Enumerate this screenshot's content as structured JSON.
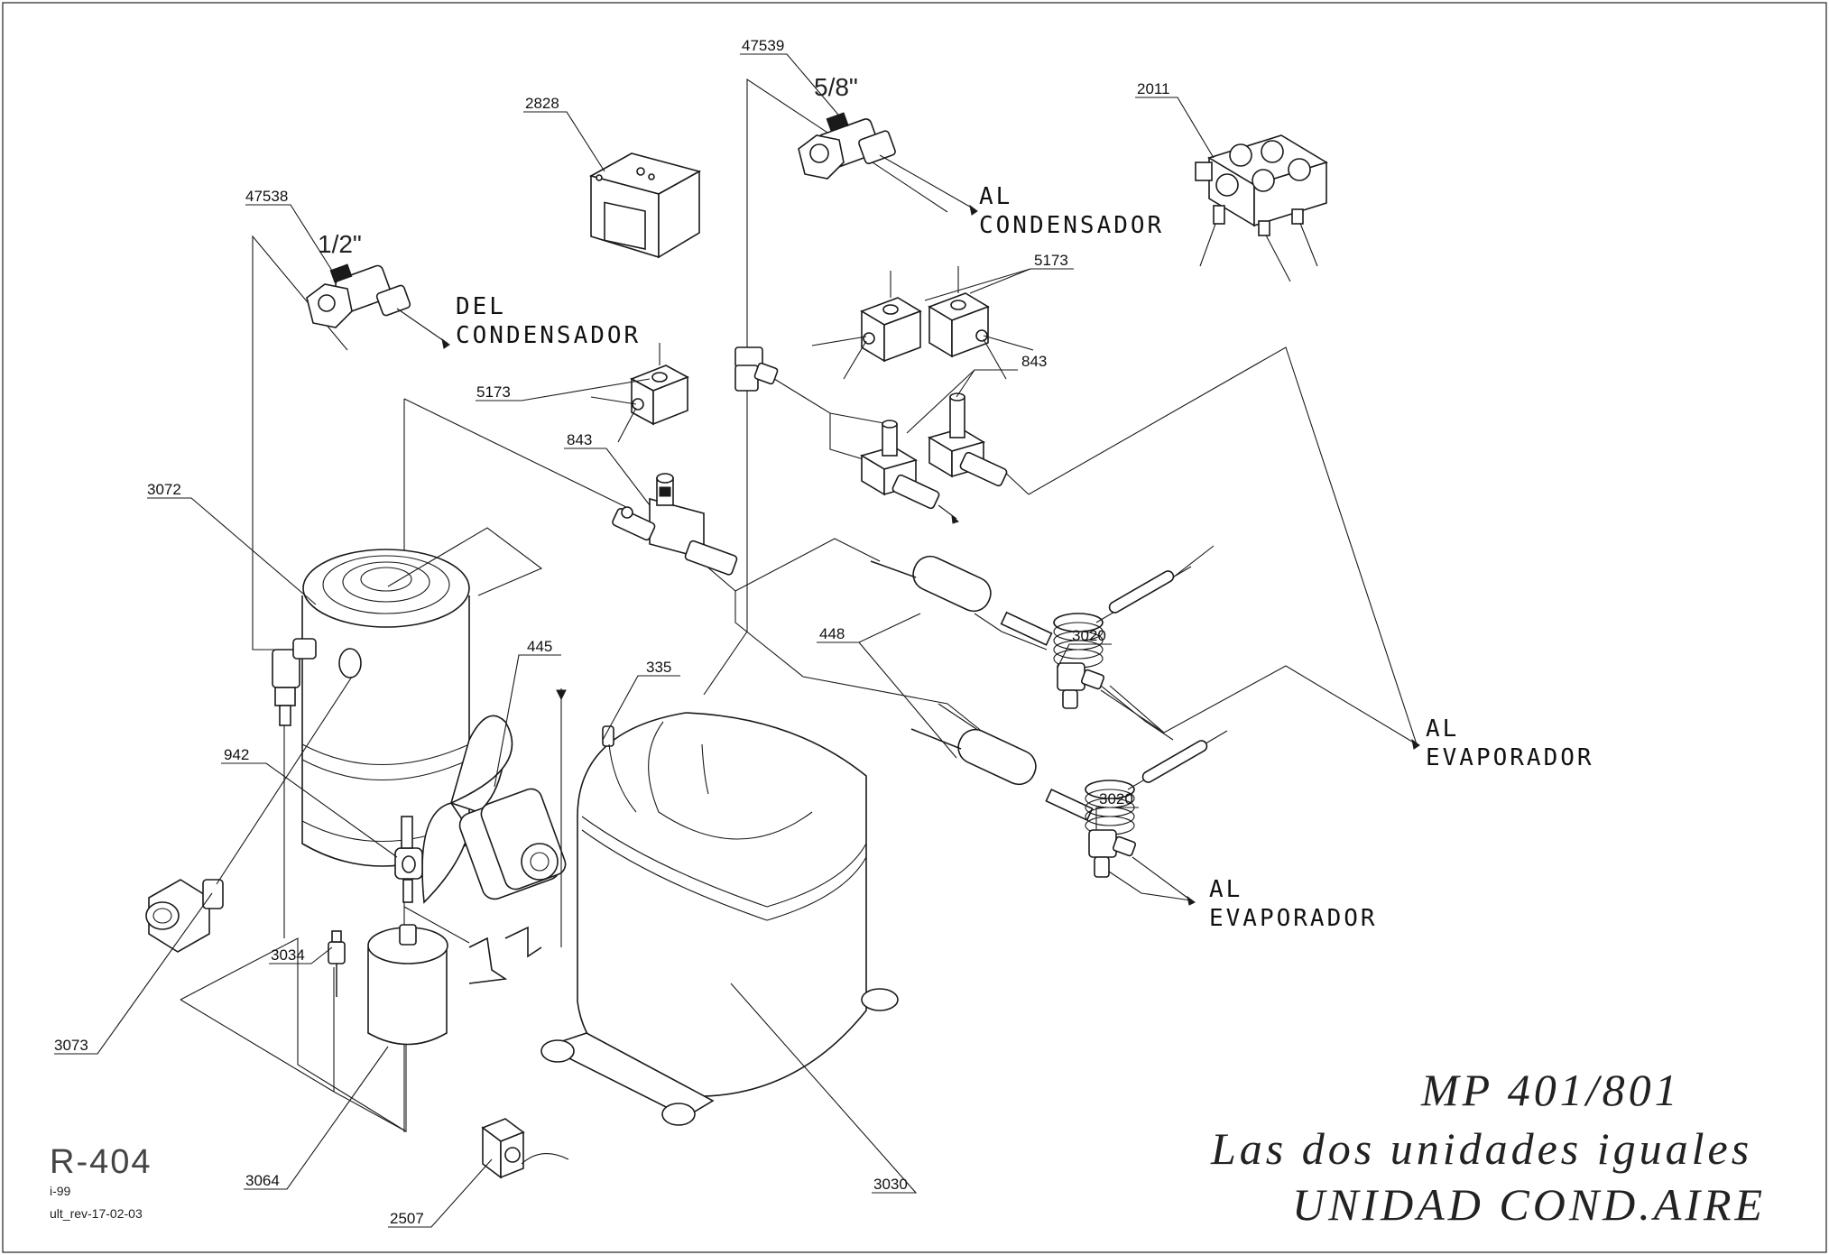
{
  "callouts": {
    "c47539": "47539",
    "c2828": "2828",
    "c2011": "2011",
    "c47538": "47538",
    "c5173a": "5173",
    "c5173b": "5173",
    "c843a": "843",
    "c843b": "843",
    "c3072": "3072",
    "c445": "445",
    "c335": "335",
    "c448": "448",
    "c3020a": "3020",
    "c3020b": "3020",
    "c942": "942",
    "c3034": "3034",
    "c3073": "3073",
    "c3064": "3064",
    "c2507": "2507",
    "c3030": "3030"
  },
  "labels": {
    "frac_5_8": "5/8\"",
    "frac_1_2": "1/2\"",
    "al_condensador_1": "AL",
    "al_condensador_2": "CONDENSADOR",
    "del_condensador_1": "DEL",
    "del_condensador_2": "CONDENSADOR",
    "al_evaporador_a1": "AL",
    "al_evaporador_a2": "EVAPORADOR",
    "al_evaporador_b1": "AL",
    "al_evaporador_b2": "EVAPORADOR"
  },
  "title_block": {
    "model": "MP 401/801",
    "subtitle": "Las dos unidades iguales",
    "unit": "UNIDAD COND.AIRE",
    "refrigerant": "R-404",
    "code": "i-99",
    "revision": "ult_rev-17-02-03"
  }
}
